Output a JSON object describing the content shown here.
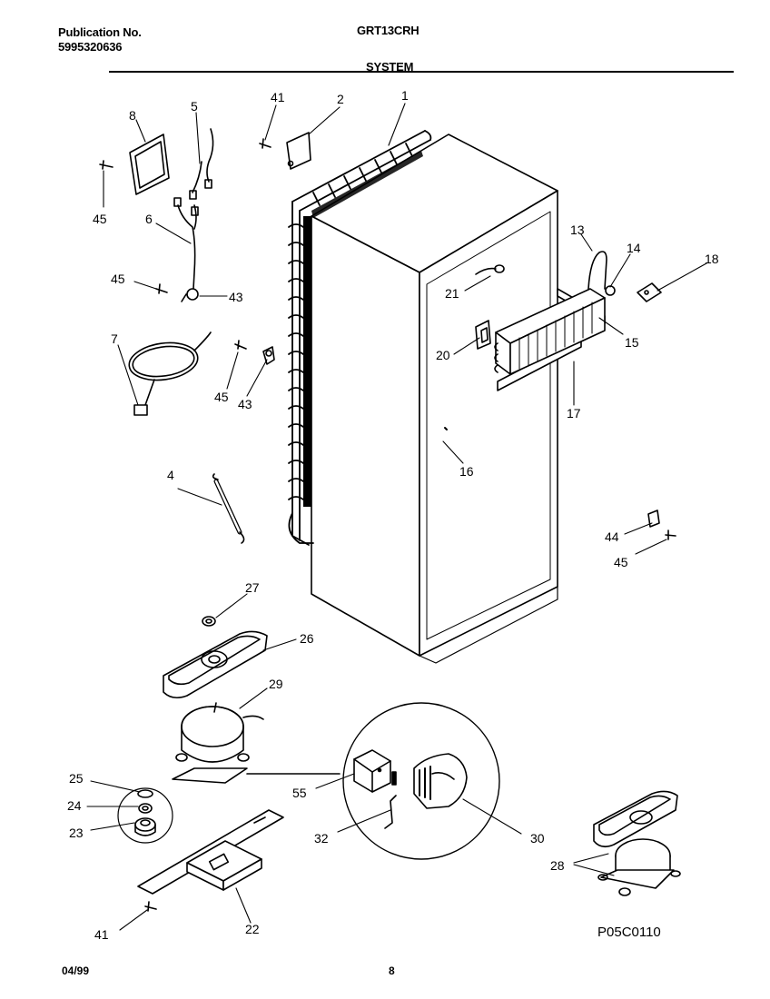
{
  "header": {
    "publication_label": "Publication No.",
    "publication_number": "5995320636",
    "model": "GRT13CRH",
    "section": "SYSTEM"
  },
  "footer": {
    "date": "04/99",
    "page": "8",
    "diagram_code": "P05C0110"
  },
  "callouts": {
    "c1": "1",
    "c2": "2",
    "c41a": "41",
    "c8": "8",
    "c5": "5",
    "c45a": "45",
    "c6": "6",
    "c45b": "45",
    "c43a": "43",
    "c7": "7",
    "c45c": "45",
    "c43b": "43",
    "c13": "13",
    "c14": "14",
    "c18": "18",
    "c15": "15",
    "c21": "21",
    "c20": "20",
    "c17": "17",
    "c16": "16",
    "c4": "4",
    "c44": "44",
    "c45d": "45",
    "c27": "27",
    "c26": "26",
    "c29": "29",
    "c25": "25",
    "c24": "24",
    "c23": "23",
    "c55": "55",
    "c32": "32",
    "c30": "30",
    "c28": "28",
    "c41b": "41",
    "c22": "22"
  }
}
